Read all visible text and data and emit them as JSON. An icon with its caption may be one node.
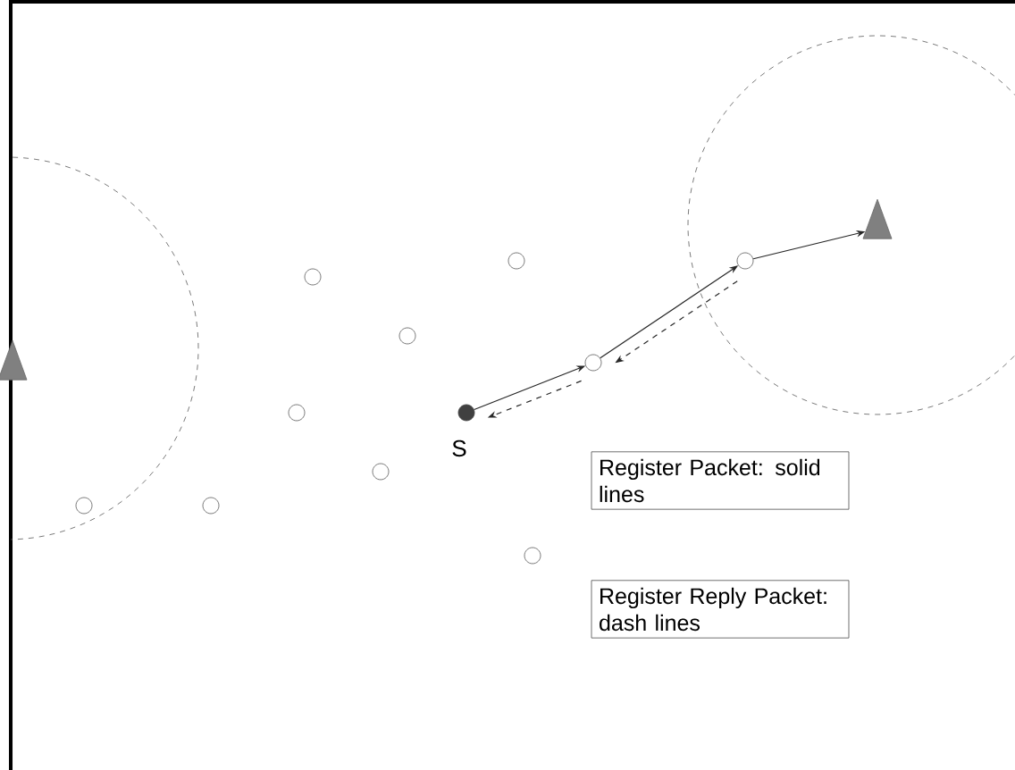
{
  "diagram": {
    "nodes": [
      {
        "text": [],
        "shape": "circle",
        "beside": [
          "S"
        ]
      },
      {
        "text": [],
        "shape": "circle"
      },
      {
        "text": [],
        "shape": "circle"
      },
      {
        "text": [],
        "shape": "triangle"
      },
      {
        "text": [],
        "shape": "triangle"
      },
      {
        "text": [],
        "shape": "circle"
      },
      {
        "text": [],
        "shape": "circle"
      },
      {
        "text": [],
        "shape": "circle"
      },
      {
        "text": [],
        "shape": "circle"
      },
      {
        "text": [],
        "shape": "circle"
      },
      {
        "text": [],
        "shape": "circle"
      },
      {
        "text": [],
        "shape": "circle"
      },
      {
        "text": [],
        "shape": "circle"
      },
      {
        "text": [
          "Register Packet: solid lines"
        ]
      },
      {
        "text": [
          "Register Reply Packet: dash lines"
        ]
      }
    ],
    "edges": [
      {
        "from": 0,
        "to": 1,
        "arrow": "to"
      },
      {
        "from": 1,
        "to": 2,
        "arrow": "to"
      },
      {
        "from": 2,
        "to": 3,
        "arrow": "to"
      },
      {
        "from": 2,
        "to": 1,
        "arrow": "to",
        "style": "dashed"
      },
      {
        "from": 1,
        "to": 0,
        "arrow": "to",
        "style": "dashed"
      }
    ]
  }
}
